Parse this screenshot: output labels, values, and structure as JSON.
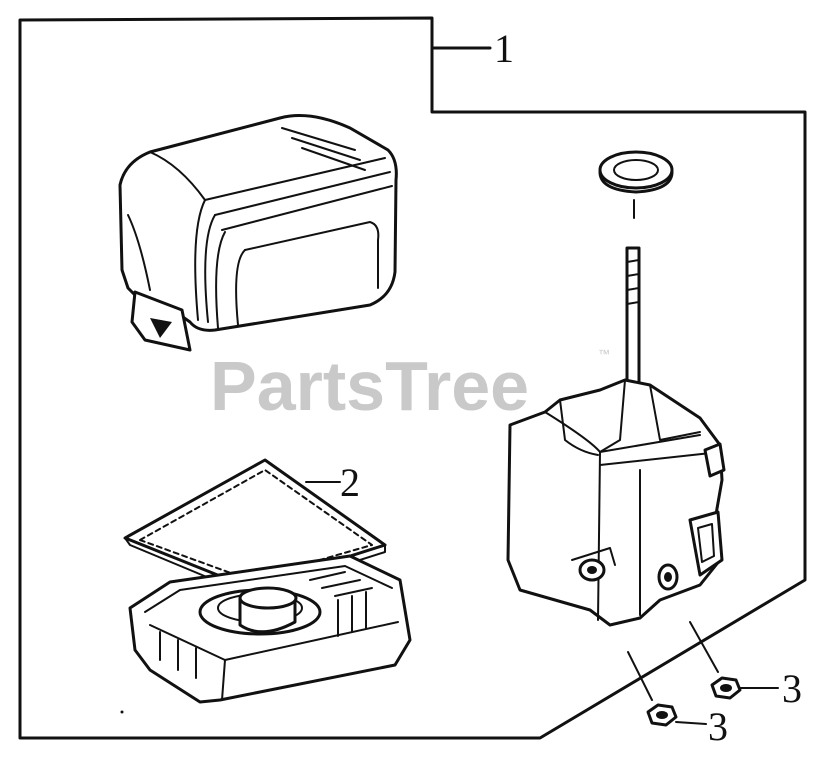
{
  "callouts": [
    {
      "id": "part-1",
      "label": "1"
    },
    {
      "id": "part-2",
      "label": "2"
    },
    {
      "id": "part-3a",
      "label": "3"
    },
    {
      "id": "part-3b",
      "label": "3"
    }
  ],
  "watermark": {
    "text": "PartsTree",
    "trademark": "™"
  }
}
